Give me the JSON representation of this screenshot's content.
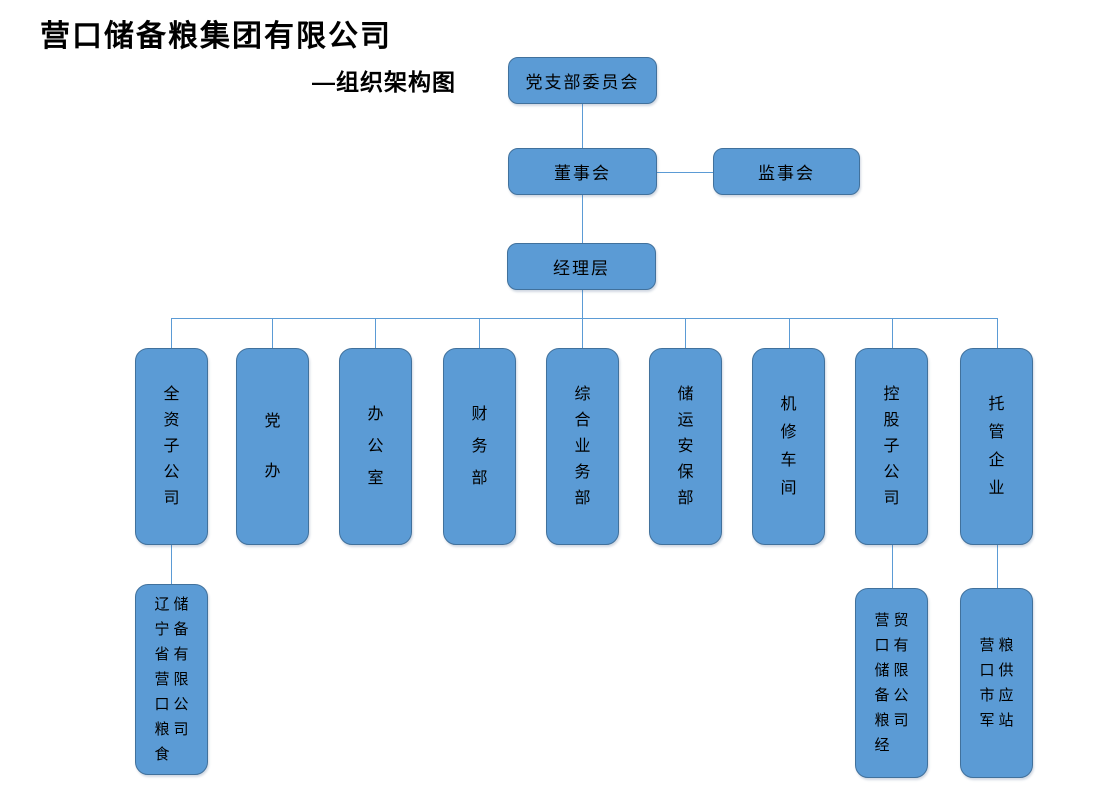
{
  "page": {
    "title": "营口储备粮集团有限公司",
    "subtitle": "—组织架构图"
  },
  "colors": {
    "box_fill": "#5B9BD5",
    "box_border": "#41719C",
    "connector": "#5B9BD5",
    "text": "#000000"
  },
  "org": {
    "party_committee": {
      "label": "党支部委员会"
    },
    "board": {
      "label": "董事会"
    },
    "supervisory_board": {
      "label": "监事会"
    },
    "management": {
      "label": "经理层"
    },
    "departments": [
      {
        "label": "全资子公司"
      },
      {
        "label": "党办"
      },
      {
        "label": "办公室"
      },
      {
        "label": "财务部"
      },
      {
        "label": "综合业务部"
      },
      {
        "label": "储运安保部"
      },
      {
        "label": "机修车间"
      },
      {
        "label": "控股子公司"
      },
      {
        "label": "托管企业"
      }
    ],
    "subsidiaries": [
      {
        "label": "辽宁省营口粮食储备有限公司",
        "parent": "全资子公司",
        "columns": [
          "辽宁省营口粮食",
          "储备有限公司"
        ]
      },
      {
        "label": "营口储备粮经贸有限公司",
        "parent": "控股子公司",
        "columns": [
          "营口储备粮经",
          "贸有限公司"
        ]
      },
      {
        "label": "营口市军粮供应站",
        "parent": "托管企业",
        "columns": [
          "营口市军",
          "粮供应站"
        ]
      }
    ]
  }
}
